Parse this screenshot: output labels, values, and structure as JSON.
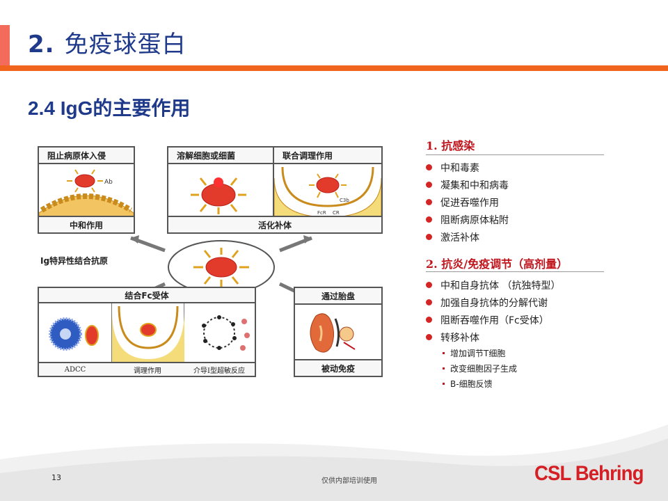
{
  "header": {
    "title_num": "2.",
    "title_text": "免疫球蛋白",
    "subtitle": "2.4  IgG的主要作用",
    "accent_color": "#f26b5b",
    "rule_color": "#f0641e",
    "title_color": "#1f3a8a"
  },
  "diagram": {
    "panel_block_head": "阻止病原体入侵",
    "panel_block_foot": "中和作用",
    "panel_block_ab": "Ab",
    "panel_lysis_head": "溶解细胞或细菌",
    "panel_opson_head": "联合调理作用",
    "panel_opson_fcr": "FcR",
    "panel_opson_cr": "CR",
    "panel_opson_c3b": "C3b",
    "panel_complement_foot": "活化补体",
    "center_label": "Ig特异性结合抗原",
    "panel_fc_head": "结合Fc受体",
    "panel_fc_foot1": "ADCC",
    "panel_fc_foot2": "调理作用",
    "panel_fc_foot3": "介导Ⅰ型超敏反应",
    "panel_placenta_head": "通过胎盘",
    "panel_placenta_foot": "被动免疫"
  },
  "section1": {
    "heading": "1.  抗感染",
    "bullets": [
      "中和毒素",
      "凝集和中和病毒",
      "促进吞噬作用",
      "阻断病原体粘附",
      "激活补体"
    ]
  },
  "section2": {
    "heading": "2.  抗炎/免疫调节（高剂量）",
    "bullets": [
      "中和自身抗体  （抗独特型）",
      "加强自身抗体的分解代谢",
      "阻断吞噬作用（Fc受体）",
      "转移补体"
    ],
    "subbullets": [
      "增加调节T细胞",
      "改变细胞因子生成",
      "B-细胞反馈"
    ]
  },
  "colors": {
    "bullet": "#d42424",
    "heading": "#c0141c"
  },
  "footer": {
    "page_number": "13",
    "note": "仅供内部培训使用",
    "logo": "CSL Behring",
    "logo_color": "#d42024"
  }
}
